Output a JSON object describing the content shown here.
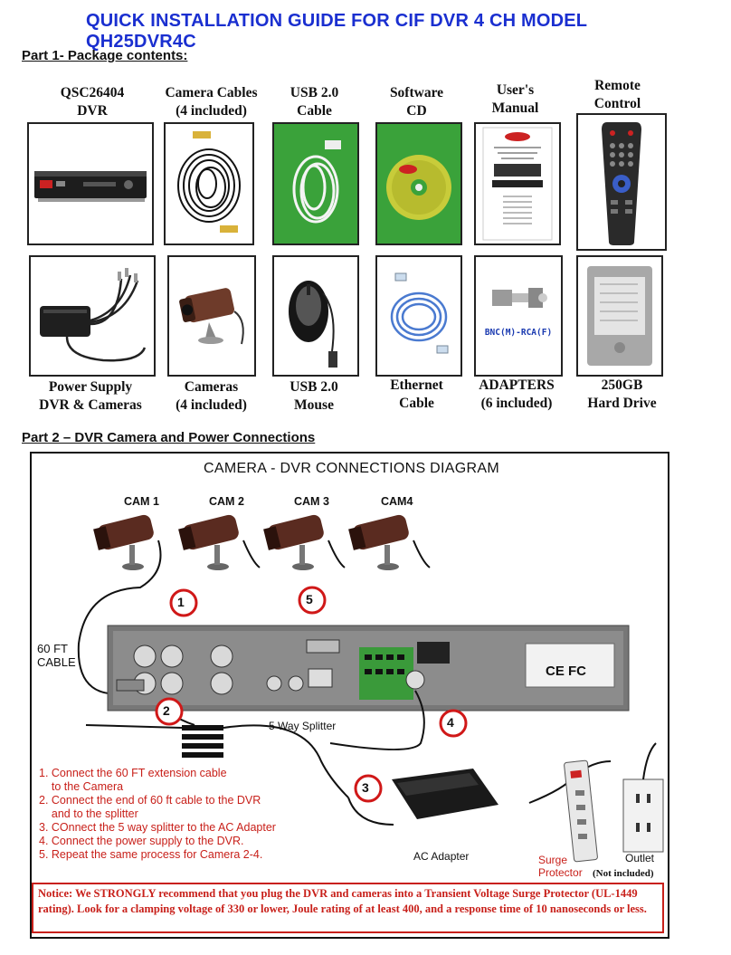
{
  "title": "QUICK INSTALLATION GUIDE FOR CIF DVR 4 CH MODEL QH25DVR4C",
  "part1": {
    "heading": "Part 1- Package contents:",
    "row1": [
      {
        "line1": "QSC26404",
        "line2": "DVR",
        "icon": "dvr-unit-icon"
      },
      {
        "line1": "Camera Cables",
        "line2": "(4 included)",
        "icon": "camera-cable-icon"
      },
      {
        "line1": "USB 2.0",
        "line2": "Cable",
        "icon": "usb-cable-icon"
      },
      {
        "line1": "Software",
        "line2": "CD",
        "icon": "software-cd-icon"
      },
      {
        "line1": "User's",
        "line2": "Manual",
        "icon": "user-manual-icon"
      },
      {
        "line1": "Remote",
        "line2": "Control",
        "icon": "remote-control-icon"
      }
    ],
    "row2": [
      {
        "line1": "Power Supply",
        "line2": "DVR & Cameras",
        "icon": "power-supply-icon"
      },
      {
        "line1": "Cameras",
        "line2": "(4 included)",
        "icon": "camera-icon"
      },
      {
        "line1": "USB 2.0",
        "line2": "Mouse",
        "icon": "mouse-icon"
      },
      {
        "line1": "Ethernet",
        "line2": "Cable",
        "icon": "ethernet-cable-icon"
      },
      {
        "line1": "ADAPTERS",
        "line2": "(6 included)",
        "icon": "bnc-adapter-icon"
      },
      {
        "line1": "250GB",
        "line2": "Hard Drive",
        "icon": "hard-drive-icon"
      }
    ],
    "adapter_caption": "BNC(M)-RCA(F)"
  },
  "part2": {
    "heading": "Part 2 – DVR Camera and Power Connections",
    "diagram_title": "CAMERA - DVR CONNECTIONS DIAGRAM",
    "cameras": [
      "CAM 1",
      "CAM 2",
      "CAM 3",
      "CAM4"
    ],
    "cable_label_1": "60 FT",
    "cable_label_2": "CABLE",
    "splitter_label": "5 Way Splitter",
    "ac_adapter_label": "AC Adapter",
    "surge_label_1": "Surge",
    "surge_label_2": "Protector",
    "not_included": "(Not included)",
    "outlet_label": "Outlet",
    "markers": [
      "1",
      "2",
      "3",
      "4",
      "5"
    ],
    "dvr_panel_text": "CE FC",
    "steps": [
      "1. Connect the 60 FT extension cable",
      "    to the Camera",
      "2. Connect the end of 60 ft cable to the DVR",
      "    and to the splitter",
      "3. COnnect the 5 way splitter to the AC Adapter",
      "4. Connect the power supply to the DVR.",
      "5. Repeat the same process for Camera 2-4."
    ],
    "notice": "Notice: We STRONGLY recommend that you plug the DVR and cameras into a Transient Voltage Surge Protector (UL-1449 rating). Look for a clamping voltage of 330 or lower, Joule rating of at least 400, and a response time of 10 nanoseconds or less."
  }
}
